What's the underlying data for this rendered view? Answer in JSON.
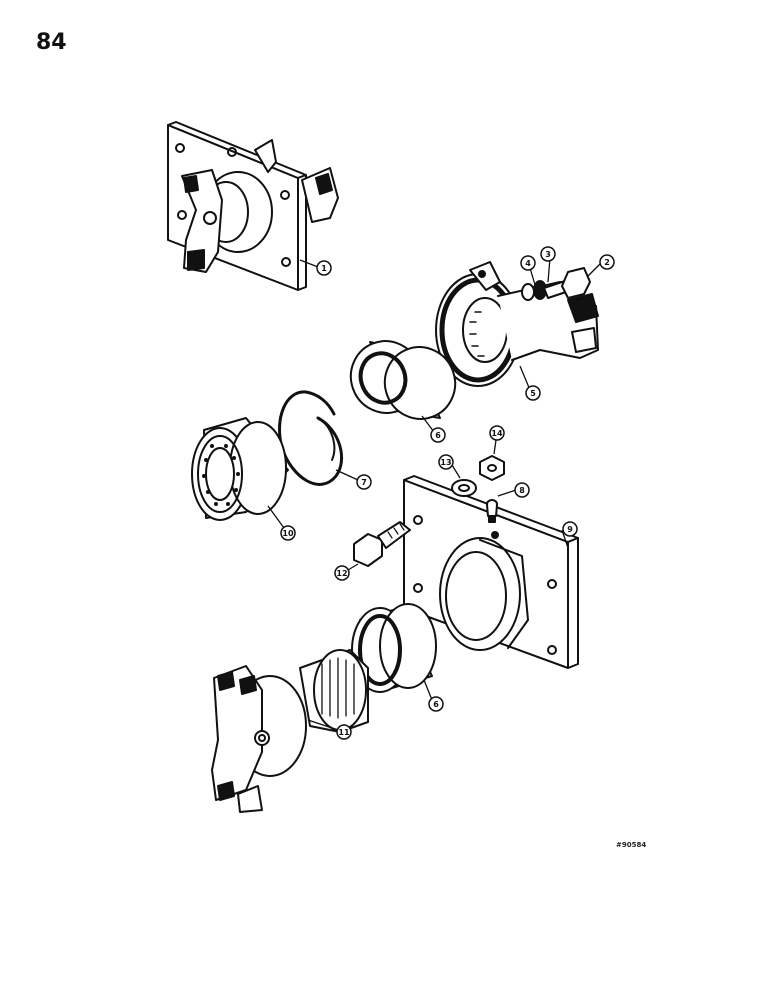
{
  "page_number": "84",
  "figure_code": "#90584",
  "callouts": [
    {
      "id": "c1",
      "label": "1"
    },
    {
      "id": "c2",
      "label": "2"
    },
    {
      "id": "c3",
      "label": "3"
    },
    {
      "id": "c4",
      "label": "4"
    },
    {
      "id": "c5",
      "label": "5"
    },
    {
      "id": "c6a",
      "label": "6"
    },
    {
      "id": "c6b",
      "label": "6"
    },
    {
      "id": "c7",
      "label": "7"
    },
    {
      "id": "c8",
      "label": "8"
    },
    {
      "id": "c9",
      "label": "9"
    },
    {
      "id": "c10",
      "label": "10"
    },
    {
      "id": "c11",
      "label": "11"
    },
    {
      "id": "c12",
      "label": "12"
    },
    {
      "id": "c13",
      "label": "13"
    },
    {
      "id": "c14",
      "label": "14"
    }
  ]
}
